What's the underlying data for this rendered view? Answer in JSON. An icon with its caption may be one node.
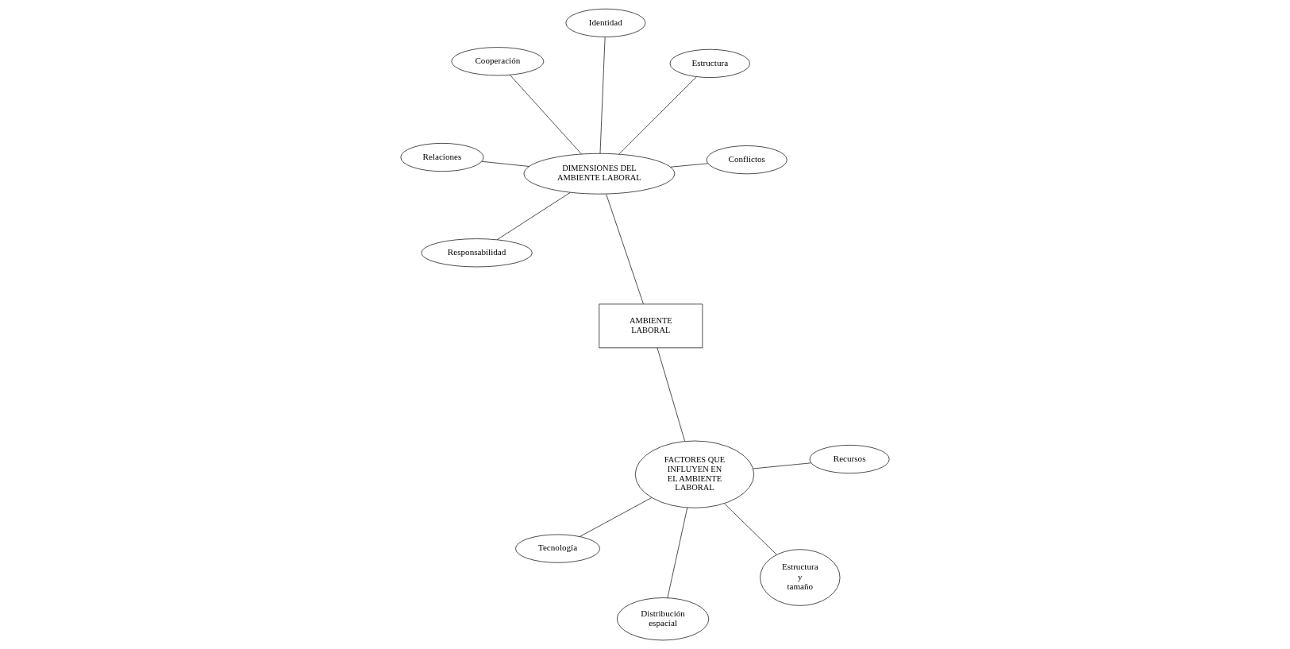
{
  "diagram": {
    "nodes": [
      {
        "text": [
          "AMBIENTE LABORAL"
        ]
      },
      {
        "text": [
          "DIMENSIONES DEL AMBIENTE LABORAL"
        ]
      },
      {
        "text": [
          "Responsabilidad"
        ]
      },
      {
        "text": [
          "Identidad"
        ]
      },
      {
        "text": [
          "Estructura"
        ]
      },
      {
        "text": [
          "Cooperación"
        ]
      },
      {
        "text": [
          "Relaciones"
        ]
      },
      {
        "text": [
          "Conflictos"
        ]
      },
      {
        "text": [
          "FACTORES QUE INFLUYEN EN EL AMBIENTE LABORAL"
        ]
      },
      {
        "text": [
          "Estructura y tamaño"
        ]
      },
      {
        "text": [
          "Distribución espacial"
        ]
      },
      {
        "text": [
          "Tecnología"
        ]
      },
      {
        "text": [
          "Recursos"
        ]
      }
    ],
    "edges": [
      {
        "from": 0,
        "to": 1,
        "arrow": "none"
      },
      {
        "from": 1,
        "to": 2,
        "arrow": "none"
      },
      {
        "from": 1,
        "to": 3,
        "arrow": "none"
      },
      {
        "from": 1,
        "to": 4,
        "arrow": "none"
      },
      {
        "from": 1,
        "to": 5,
        "arrow": "none"
      },
      {
        "from": 1,
        "to": 6,
        "arrow": "none"
      },
      {
        "from": 1,
        "to": 7,
        "arrow": "none"
      },
      {
        "from": 0,
        "to": 8,
        "arrow": "none"
      },
      {
        "from": 8,
        "to": 9,
        "arrow": "none"
      },
      {
        "from": 8,
        "to": 10,
        "arrow": "none"
      },
      {
        "from": 8,
        "to": 11,
        "arrow": "none"
      },
      {
        "from": 8,
        "to": 12,
        "arrow": "none"
      }
    ]
  }
}
